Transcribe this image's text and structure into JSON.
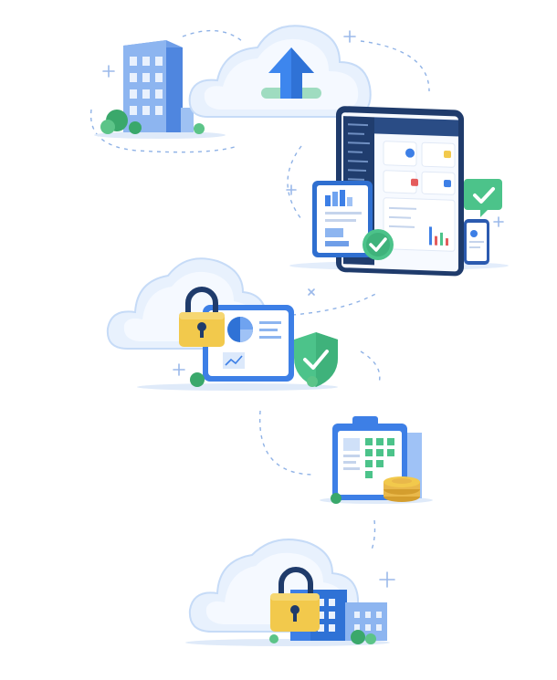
{
  "illustration": {
    "scenes": [
      {
        "id": "cloud-upload",
        "icons": [
          "office-building-icon",
          "cloud-icon",
          "upload-arrow-icon"
        ]
      },
      {
        "id": "dashboard-devices",
        "icons": [
          "tablet-icon",
          "phone-icon",
          "chart-icon",
          "checkmark-badge-icon"
        ]
      },
      {
        "id": "secure-cloud-data",
        "icons": [
          "cloud-icon",
          "padlock-icon",
          "pie-chart-icon",
          "shield-check-icon"
        ]
      },
      {
        "id": "billing-finance",
        "icons": [
          "spreadsheet-icon",
          "coin-stack-icon"
        ]
      },
      {
        "id": "secure-cloud-offices",
        "icons": [
          "cloud-icon",
          "padlock-icon",
          "office-building-icon"
        ]
      }
    ],
    "colors": {
      "primary_blue": "#3d7fe6",
      "dark_navy": "#1f3b6b",
      "light_cloud": "#e8f1fd",
      "shield_green": "#4cc38a",
      "lock_yellow": "#f2c94c",
      "coin_gold": "#e9b84a",
      "alert_red": "#e45c5c"
    }
  }
}
